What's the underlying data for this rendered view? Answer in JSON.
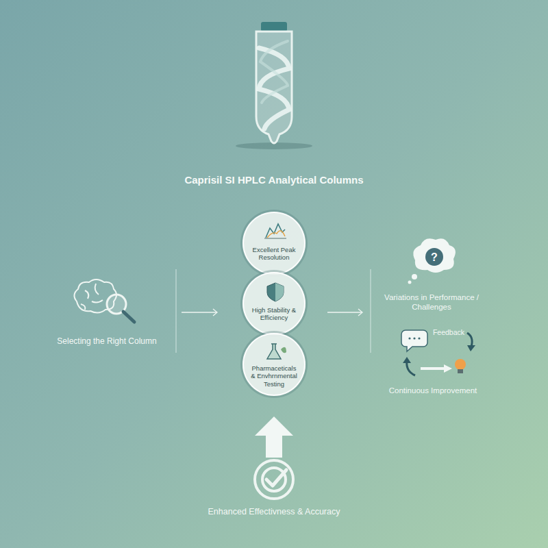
{
  "diagram": {
    "title": "Caprisil SI HPLC Analytical Columns",
    "nodes": [
      {
        "text": [
          "Excellent Peak Resolution"
        ]
      },
      {
        "text": [
          "High Stability & Efficiency"
        ]
      },
      {
        "text": [
          "Pharmaceticals & Envhrnmental Testing"
        ]
      }
    ],
    "labels": [
      "?",
      "Selecting the Right Column",
      "Variations in Performance / Challenges",
      "Feedback",
      "Continuous Improvement",
      "Enhanced Effectivness & Accuracy"
    ]
  }
}
